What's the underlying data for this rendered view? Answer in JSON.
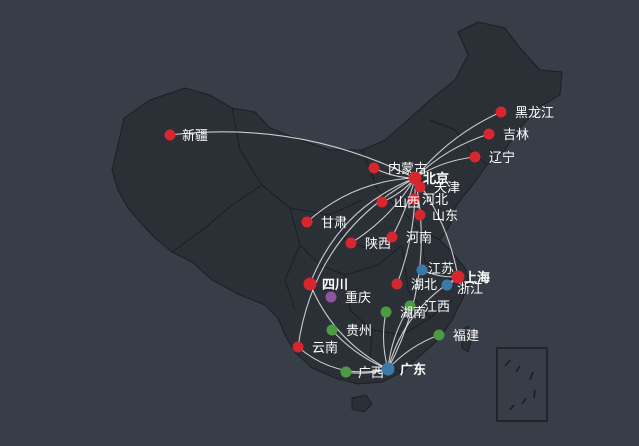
{
  "colors": {
    "background": "#383e48",
    "land": "#2b2f36",
    "border": "#1c1f24",
    "route_line": "#ffffff",
    "point_red": "#d7262d",
    "point_green": "#4d9a45",
    "point_blue": "#3b79a8",
    "point_purple": "#8e55a1"
  },
  "hubs": [
    {
      "name": "北京",
      "color": "red"
    },
    {
      "name": "上海",
      "color": "red"
    },
    {
      "name": "广东",
      "color": "blue"
    },
    {
      "name": "四川",
      "color": "red"
    }
  ],
  "provinces": [
    {
      "name": "黑龙江",
      "color": "red"
    },
    {
      "name": "吉林",
      "color": "red"
    },
    {
      "name": "辽宁",
      "color": "red"
    },
    {
      "name": "内蒙古",
      "color": "red"
    },
    {
      "name": "新疆",
      "color": "red"
    },
    {
      "name": "天津",
      "color": "red"
    },
    {
      "name": "河北",
      "color": "red"
    },
    {
      "name": "山西",
      "color": "red"
    },
    {
      "name": "山东",
      "color": "red"
    },
    {
      "name": "甘肃",
      "color": "red"
    },
    {
      "name": "陕西",
      "color": "red"
    },
    {
      "name": "河南",
      "color": "red"
    },
    {
      "name": "江苏",
      "color": "blue"
    },
    {
      "name": "浙江",
      "color": "blue"
    },
    {
      "name": "湖北",
      "color": "red"
    },
    {
      "name": "重庆",
      "color": "purple"
    },
    {
      "name": "江西",
      "color": "green"
    },
    {
      "name": "湖南",
      "color": "green"
    },
    {
      "name": "贵州",
      "color": "green"
    },
    {
      "name": "福建",
      "color": "green"
    },
    {
      "name": "云南",
      "color": "red"
    },
    {
      "name": "广西",
      "color": "green"
    }
  ],
  "routes": [
    {
      "from": "新疆",
      "to": "北京"
    },
    {
      "from": "黑龙江",
      "to": "北京"
    },
    {
      "from": "吉林",
      "to": "北京"
    },
    {
      "from": "辽宁",
      "to": "北京"
    },
    {
      "from": "内蒙古",
      "to": "北京"
    },
    {
      "from": "甘肃",
      "to": "北京"
    },
    {
      "from": "陕西",
      "to": "北京"
    },
    {
      "from": "河南",
      "to": "北京"
    },
    {
      "from": "山西",
      "to": "北京"
    },
    {
      "from": "云南",
      "to": "北京"
    },
    {
      "from": "四川",
      "to": "北京"
    },
    {
      "from": "湖北",
      "to": "北京"
    },
    {
      "from": "上海",
      "to": "北京"
    },
    {
      "from": "广东",
      "to": "北京"
    },
    {
      "from": "广东",
      "to": "上海"
    },
    {
      "from": "江苏",
      "to": "上海"
    },
    {
      "from": "浙江",
      "to": "上海"
    },
    {
      "from": "湖南",
      "to": "广东"
    },
    {
      "from": "江西",
      "to": "广东"
    },
    {
      "from": "贵州",
      "to": "广东"
    },
    {
      "from": "广西",
      "to": "广东"
    },
    {
      "from": "福建",
      "to": "广东"
    },
    {
      "from": "云南",
      "to": "广东"
    },
    {
      "from": "四川",
      "to": "广东"
    }
  ]
}
